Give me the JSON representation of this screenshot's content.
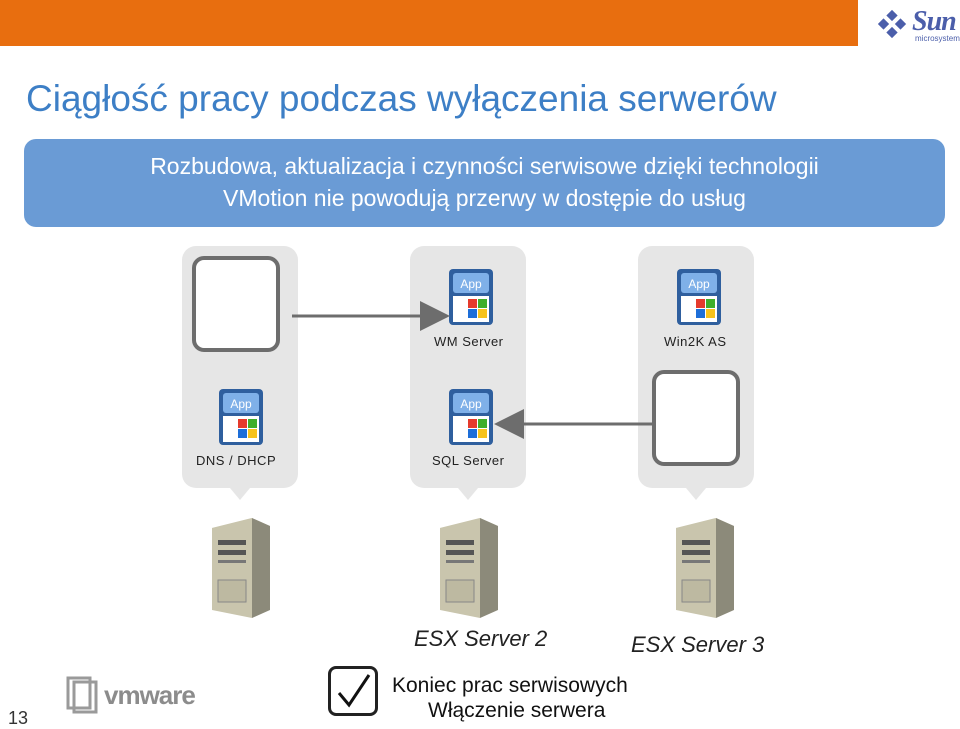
{
  "slide": {
    "title": "Ciągłość pracy podczas wyłączenia serwerów",
    "banner_lines": [
      "Rozbudowa, aktualizacja i czynności serwisowe dzięki technologii",
      "VMotion nie powodują przerwy w dostępie do usług"
    ],
    "slide_number": "13"
  },
  "branding": {
    "sun_name": "Sun",
    "sun_sub": "microsystems",
    "vmware_name": "vmware",
    "accent_orange": "#e86e0f",
    "title_blue": "#3d7fc6",
    "banner_blue": "#6a9bd5"
  },
  "vms": {
    "wm_server": "WM Server",
    "win2k_as": "Win2K AS",
    "dns_dhcp": "DNS / DHCP",
    "sql_server": "SQL Server",
    "icon": "app-windows-icon",
    "icon_text": "App"
  },
  "hosts": {
    "esx2": "ESX Server 2",
    "esx3": "ESX Server 3",
    "icon": "server-tower-icon"
  },
  "note": {
    "line1": "Koniec prac serwisowych",
    "line2": "Włączenie serwera",
    "icon": "checkmark-icon"
  }
}
